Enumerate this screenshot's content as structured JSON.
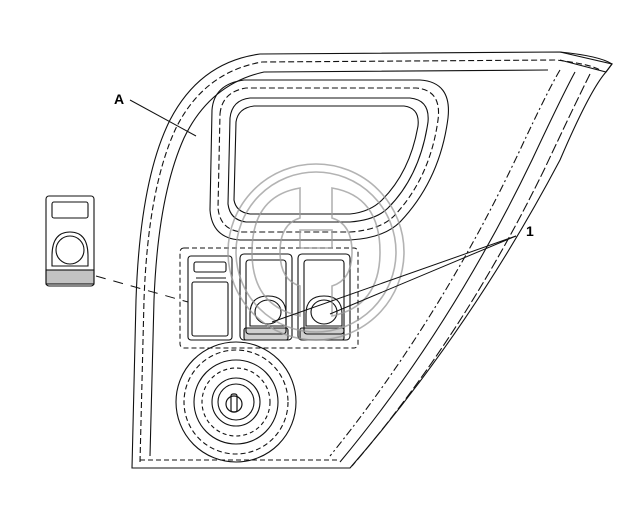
{
  "labels": {
    "a": "A",
    "one": "1"
  },
  "colors": {
    "line": "#111111",
    "watermark": "#9a9a9a",
    "background": "#ffffff"
  },
  "icons": {
    "watermark": "logo-watermark",
    "ignition": "key-icon"
  }
}
